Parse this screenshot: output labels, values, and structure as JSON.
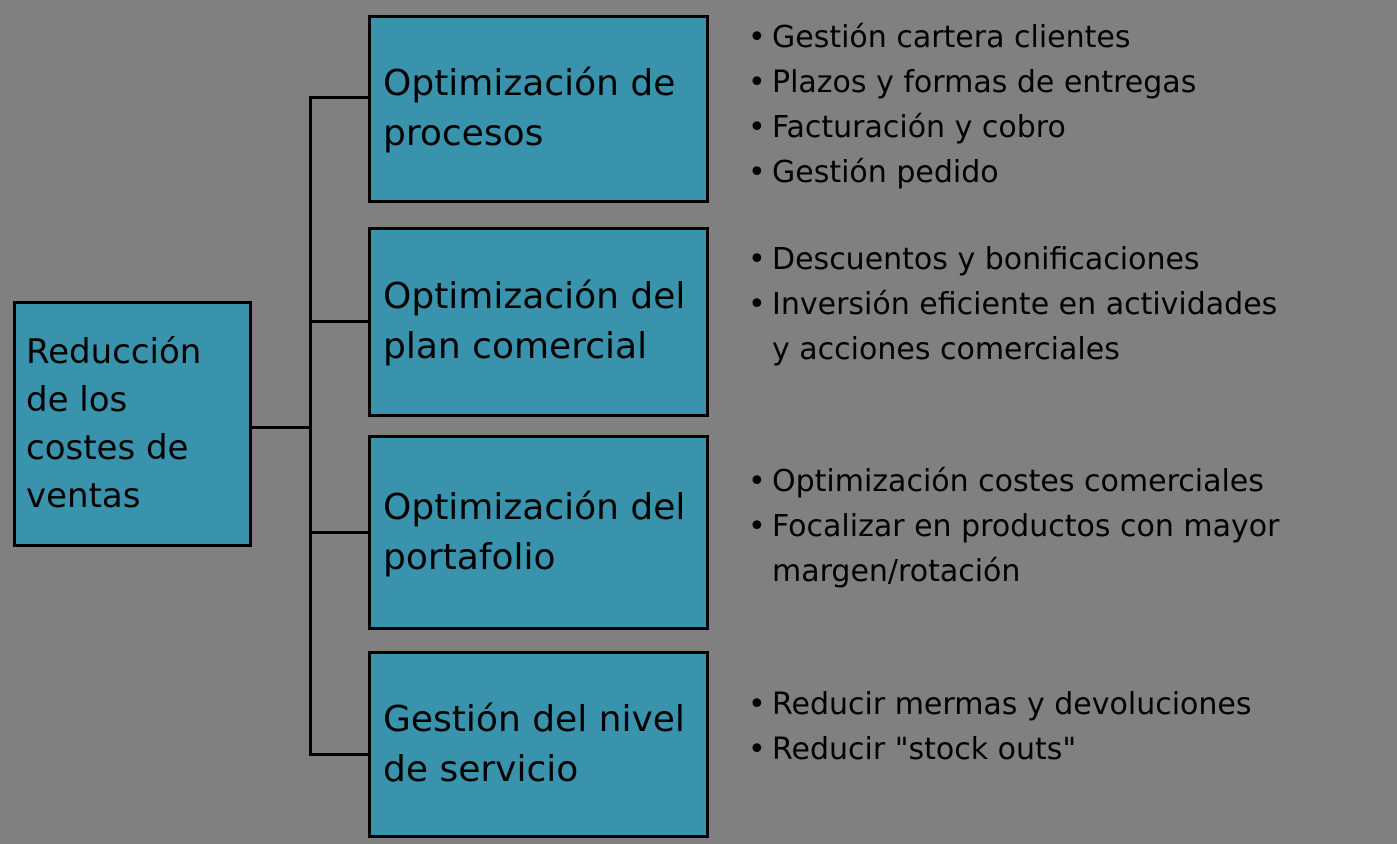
{
  "ui": {
    "bullet_char": "•",
    "colors": {
      "background": "#808080",
      "node_fill": "#3A93AC",
      "node_border": "#000000",
      "connector": "#000000",
      "text": "#000000"
    }
  },
  "root": {
    "label": "Reducción\nde los\ncostes de\nventas"
  },
  "branches": [
    {
      "label": "Optimización de\nprocesos",
      "bullets": [
        "Gestión cartera clientes",
        "Plazos y formas de entregas",
        "Facturación y cobro",
        "Gestión pedido"
      ]
    },
    {
      "label": "Optimización del\nplan comercial",
      "bullets": [
        "Descuentos y bonificaciones",
        "Inversión eficiente en actividades\ny acciones comerciales"
      ]
    },
    {
      "label": "Optimización del\nportafolio",
      "bullets": [
        "Optimización costes comerciales",
        "Focalizar en productos con mayor\nmargen/rotación"
      ]
    },
    {
      "label": "Gestión del nivel\nde servicio",
      "bullets": [
        "Reducir mermas y devoluciones",
        "Reducir \"stock outs\""
      ]
    }
  ]
}
